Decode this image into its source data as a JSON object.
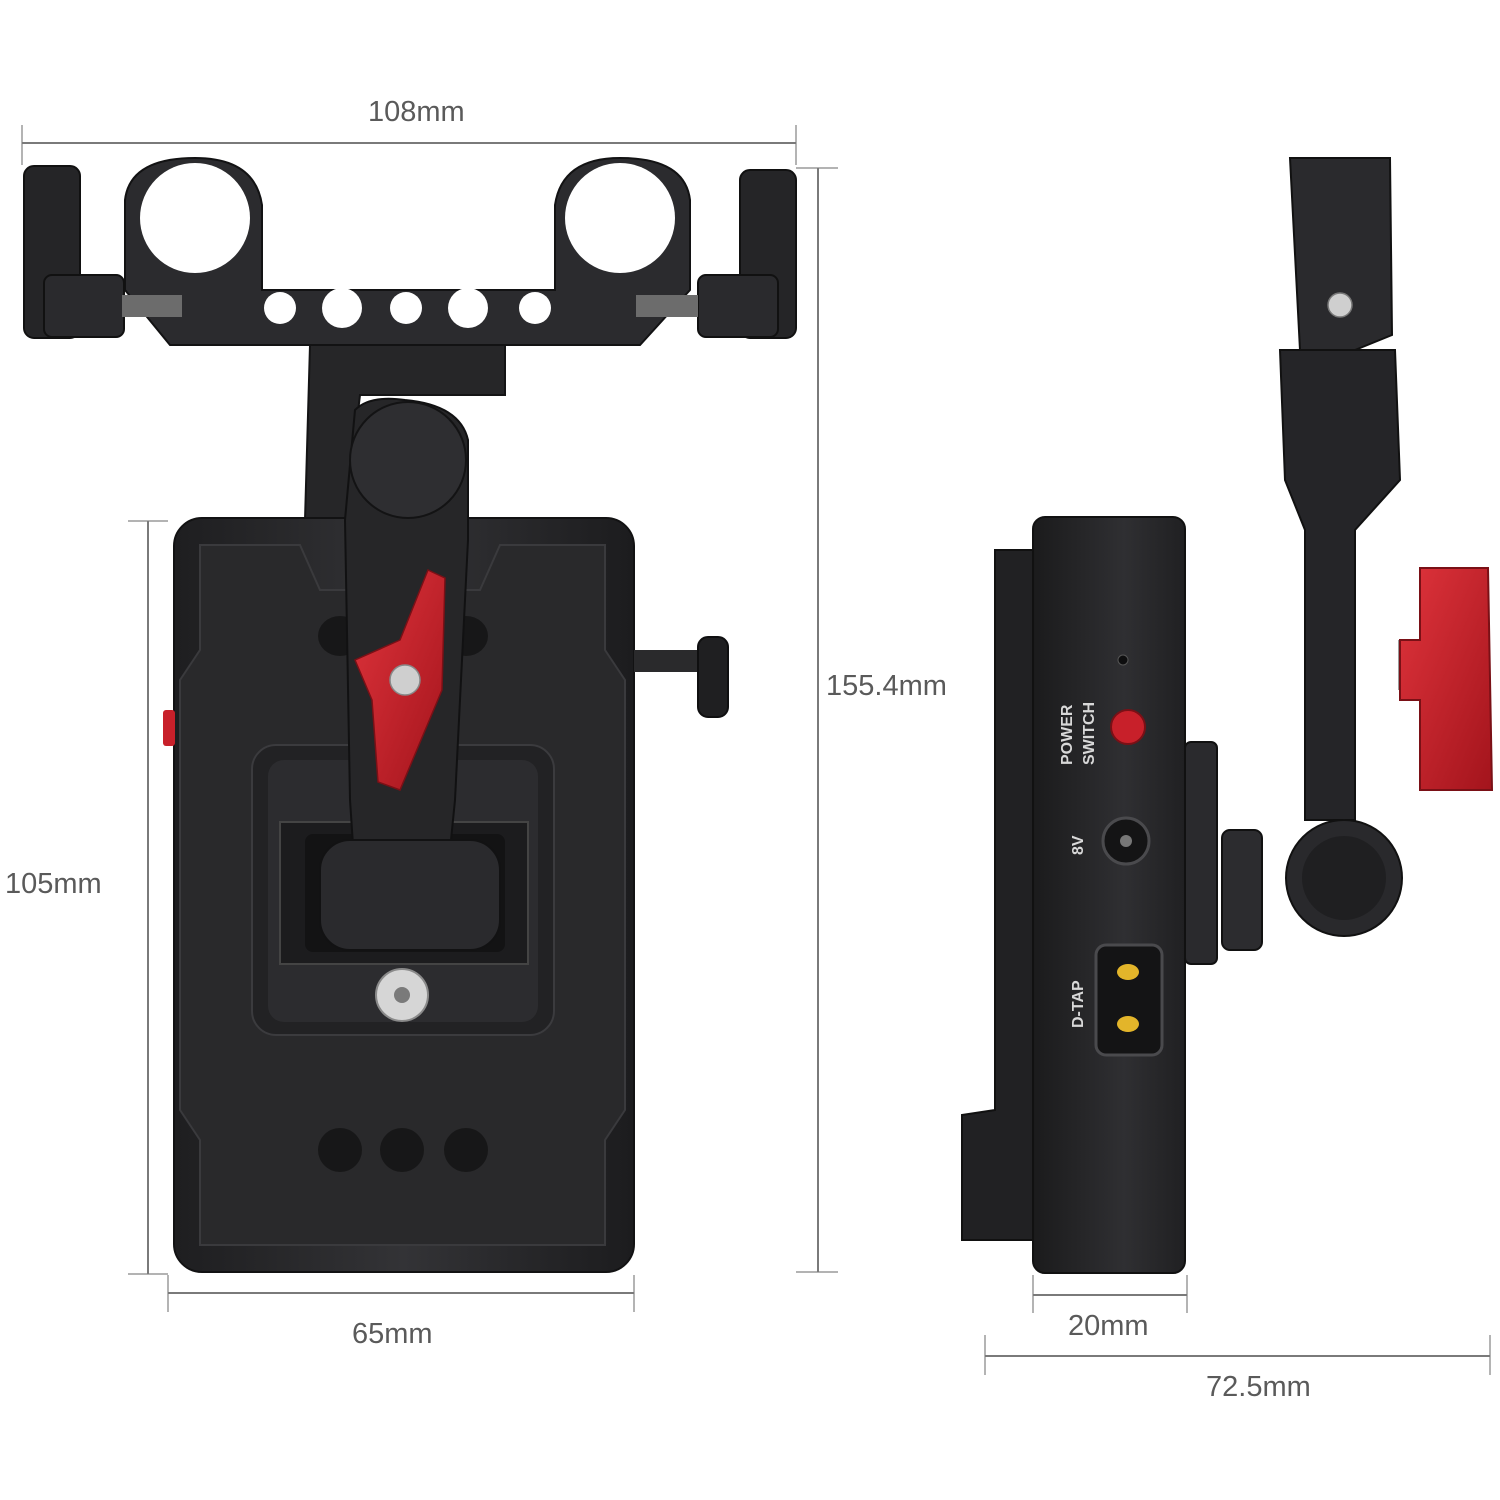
{
  "dimensions": {
    "top_width": "108mm",
    "total_height": "155.4mm",
    "plate_height": "105mm",
    "plate_width": "65mm",
    "depth": "20mm",
    "side_width": "72.5mm"
  },
  "ports": {
    "power_line1": "POWER",
    "power_line2": "SWITCH",
    "dc": "8V",
    "dtap": "D-TAP"
  },
  "colors": {
    "body": "#2b2b2d",
    "body_edge": "#1a1a1b",
    "red": "#c8202a",
    "dimension": "#7a7a7a"
  }
}
